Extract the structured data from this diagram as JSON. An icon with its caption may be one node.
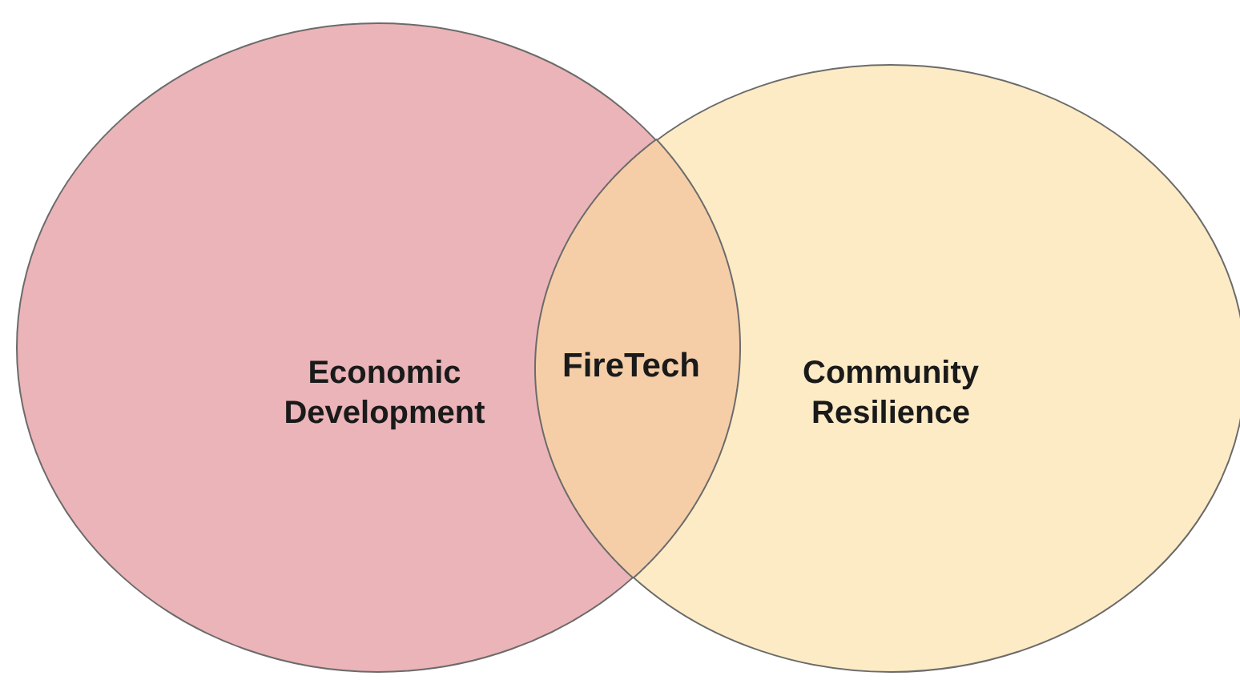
{
  "diagram": {
    "nodes": [
      {
        "text": [
          "Economic Development"
        ]
      },
      {
        "text": [
          "FireTech"
        ]
      },
      {
        "text": [
          "Community Resilience"
        ]
      }
    ]
  }
}
